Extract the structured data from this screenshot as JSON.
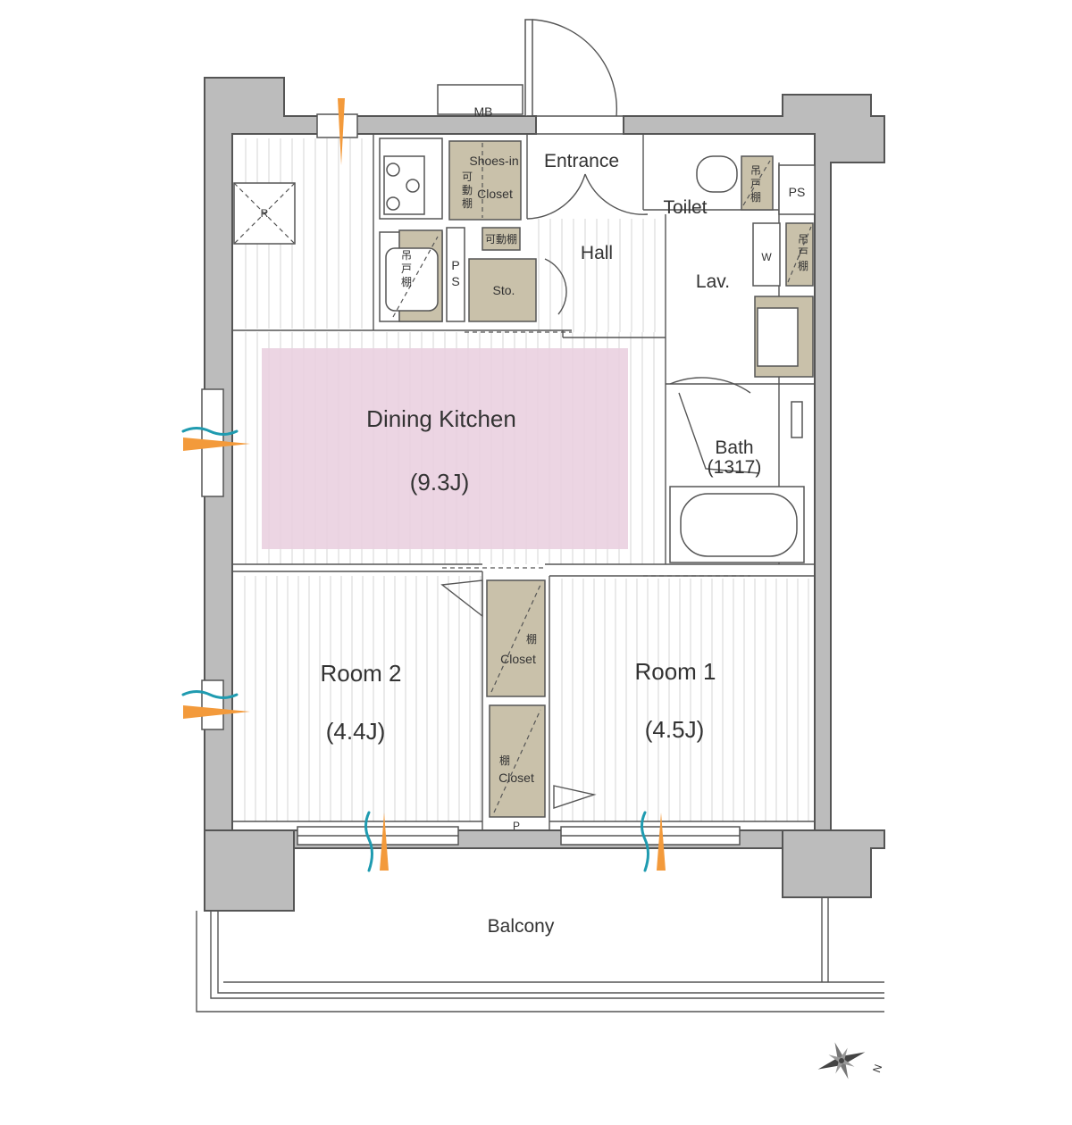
{
  "rooms": {
    "dining_kitchen": {
      "name": "Dining Kitchen",
      "size": "(9.3J)",
      "highlight_color": "#ead0e0"
    },
    "room1": {
      "name": "Room 1",
      "size": "(4.5J)"
    },
    "room2": {
      "name": "Room 2",
      "size": "(4.4J)"
    },
    "bath": {
      "name": "Bath",
      "size": "(1317)"
    },
    "hall": "Hall",
    "lav": "Lav.",
    "toilet": "Toilet",
    "entrance": "Entrance",
    "balcony": "Balcony"
  },
  "storage": {
    "shoes_in_closet": {
      "line1": "Shoes-in",
      "line2": "Closet",
      "vertical": [
        "可",
        "動",
        "棚"
      ]
    },
    "adjustable_shelf": "可動棚",
    "sto": "Sto.",
    "kitchen_hanging_cabinet": [
      "吊",
      "戸",
      "棚"
    ],
    "toilet_hanging_cabinet": [
      "吊",
      "戸",
      "棚"
    ],
    "lav_hanging_cabinet": [
      "吊",
      "戸",
      "棚"
    ],
    "closet_upper": {
      "shelf": "棚",
      "label": "Closet"
    },
    "closet_lower": {
      "shelf": "棚",
      "label": "Closet"
    }
  },
  "labels": {
    "mb": "MB",
    "ps_right": "PS",
    "ps_kitchen": [
      "P",
      "S"
    ],
    "washer": "W",
    "fridge": "R",
    "pipe": "P",
    "compass": "N"
  },
  "colors": {
    "wall": "#bcbcbc",
    "storage": "#c9c1aa",
    "ventilation": "#f39a3b",
    "airflow": "#1f9bb0"
  }
}
